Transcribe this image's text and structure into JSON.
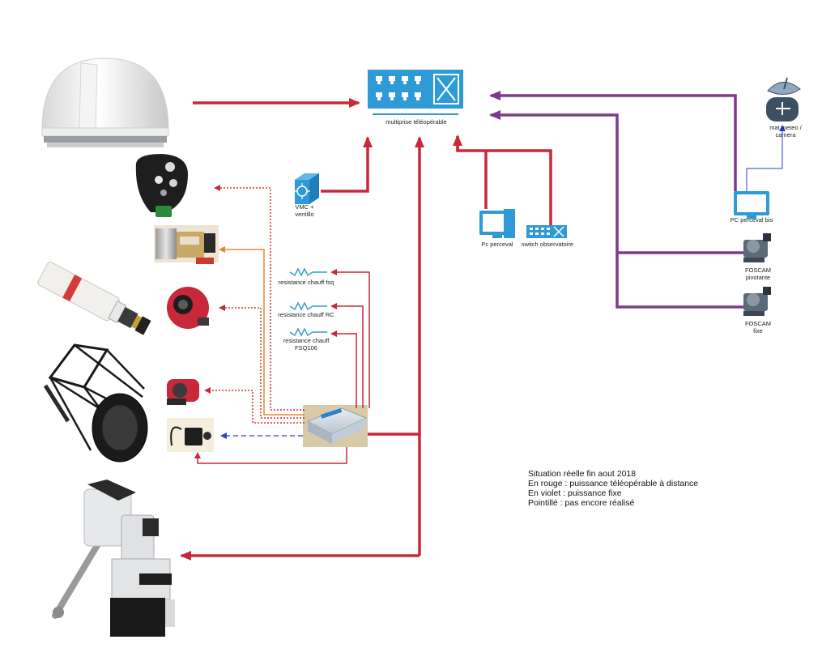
{
  "diagram": {
    "hub_label": "multiprise téléopérable",
    "vmc_label": "VMC +\nventillo",
    "res_fsq_label": "resistance chauff fsq",
    "res_rc_label": "resistance chauff RC",
    "res_fsq106_label": "resistance chauff\nFSQ106",
    "pc_perceval_label": "Pc perceval",
    "switch_label": "switch observatoire",
    "pc_bis_label": "PC perceval bis",
    "mat_label": "mat meteo /\ncamera",
    "foscam_pivot_label": "FOSCAM\npivotante",
    "foscam_fixe_label": "FOSCAM\nfixe"
  },
  "legend": {
    "line1": "Situation réelle fin aout 2018",
    "line2": "En rouge  : puissance téléopérable à distance",
    "line3": "En violet : puissance fixe",
    "line4": "Pointillé : pas encore réalisé"
  },
  "colors": {
    "red": "#c8283a",
    "red_dotted": "#d83030",
    "purple": "#7d3a8c",
    "blue": "#2a3fd8",
    "orange": "#e08a30",
    "hub_blue": "#2e9bd6"
  }
}
